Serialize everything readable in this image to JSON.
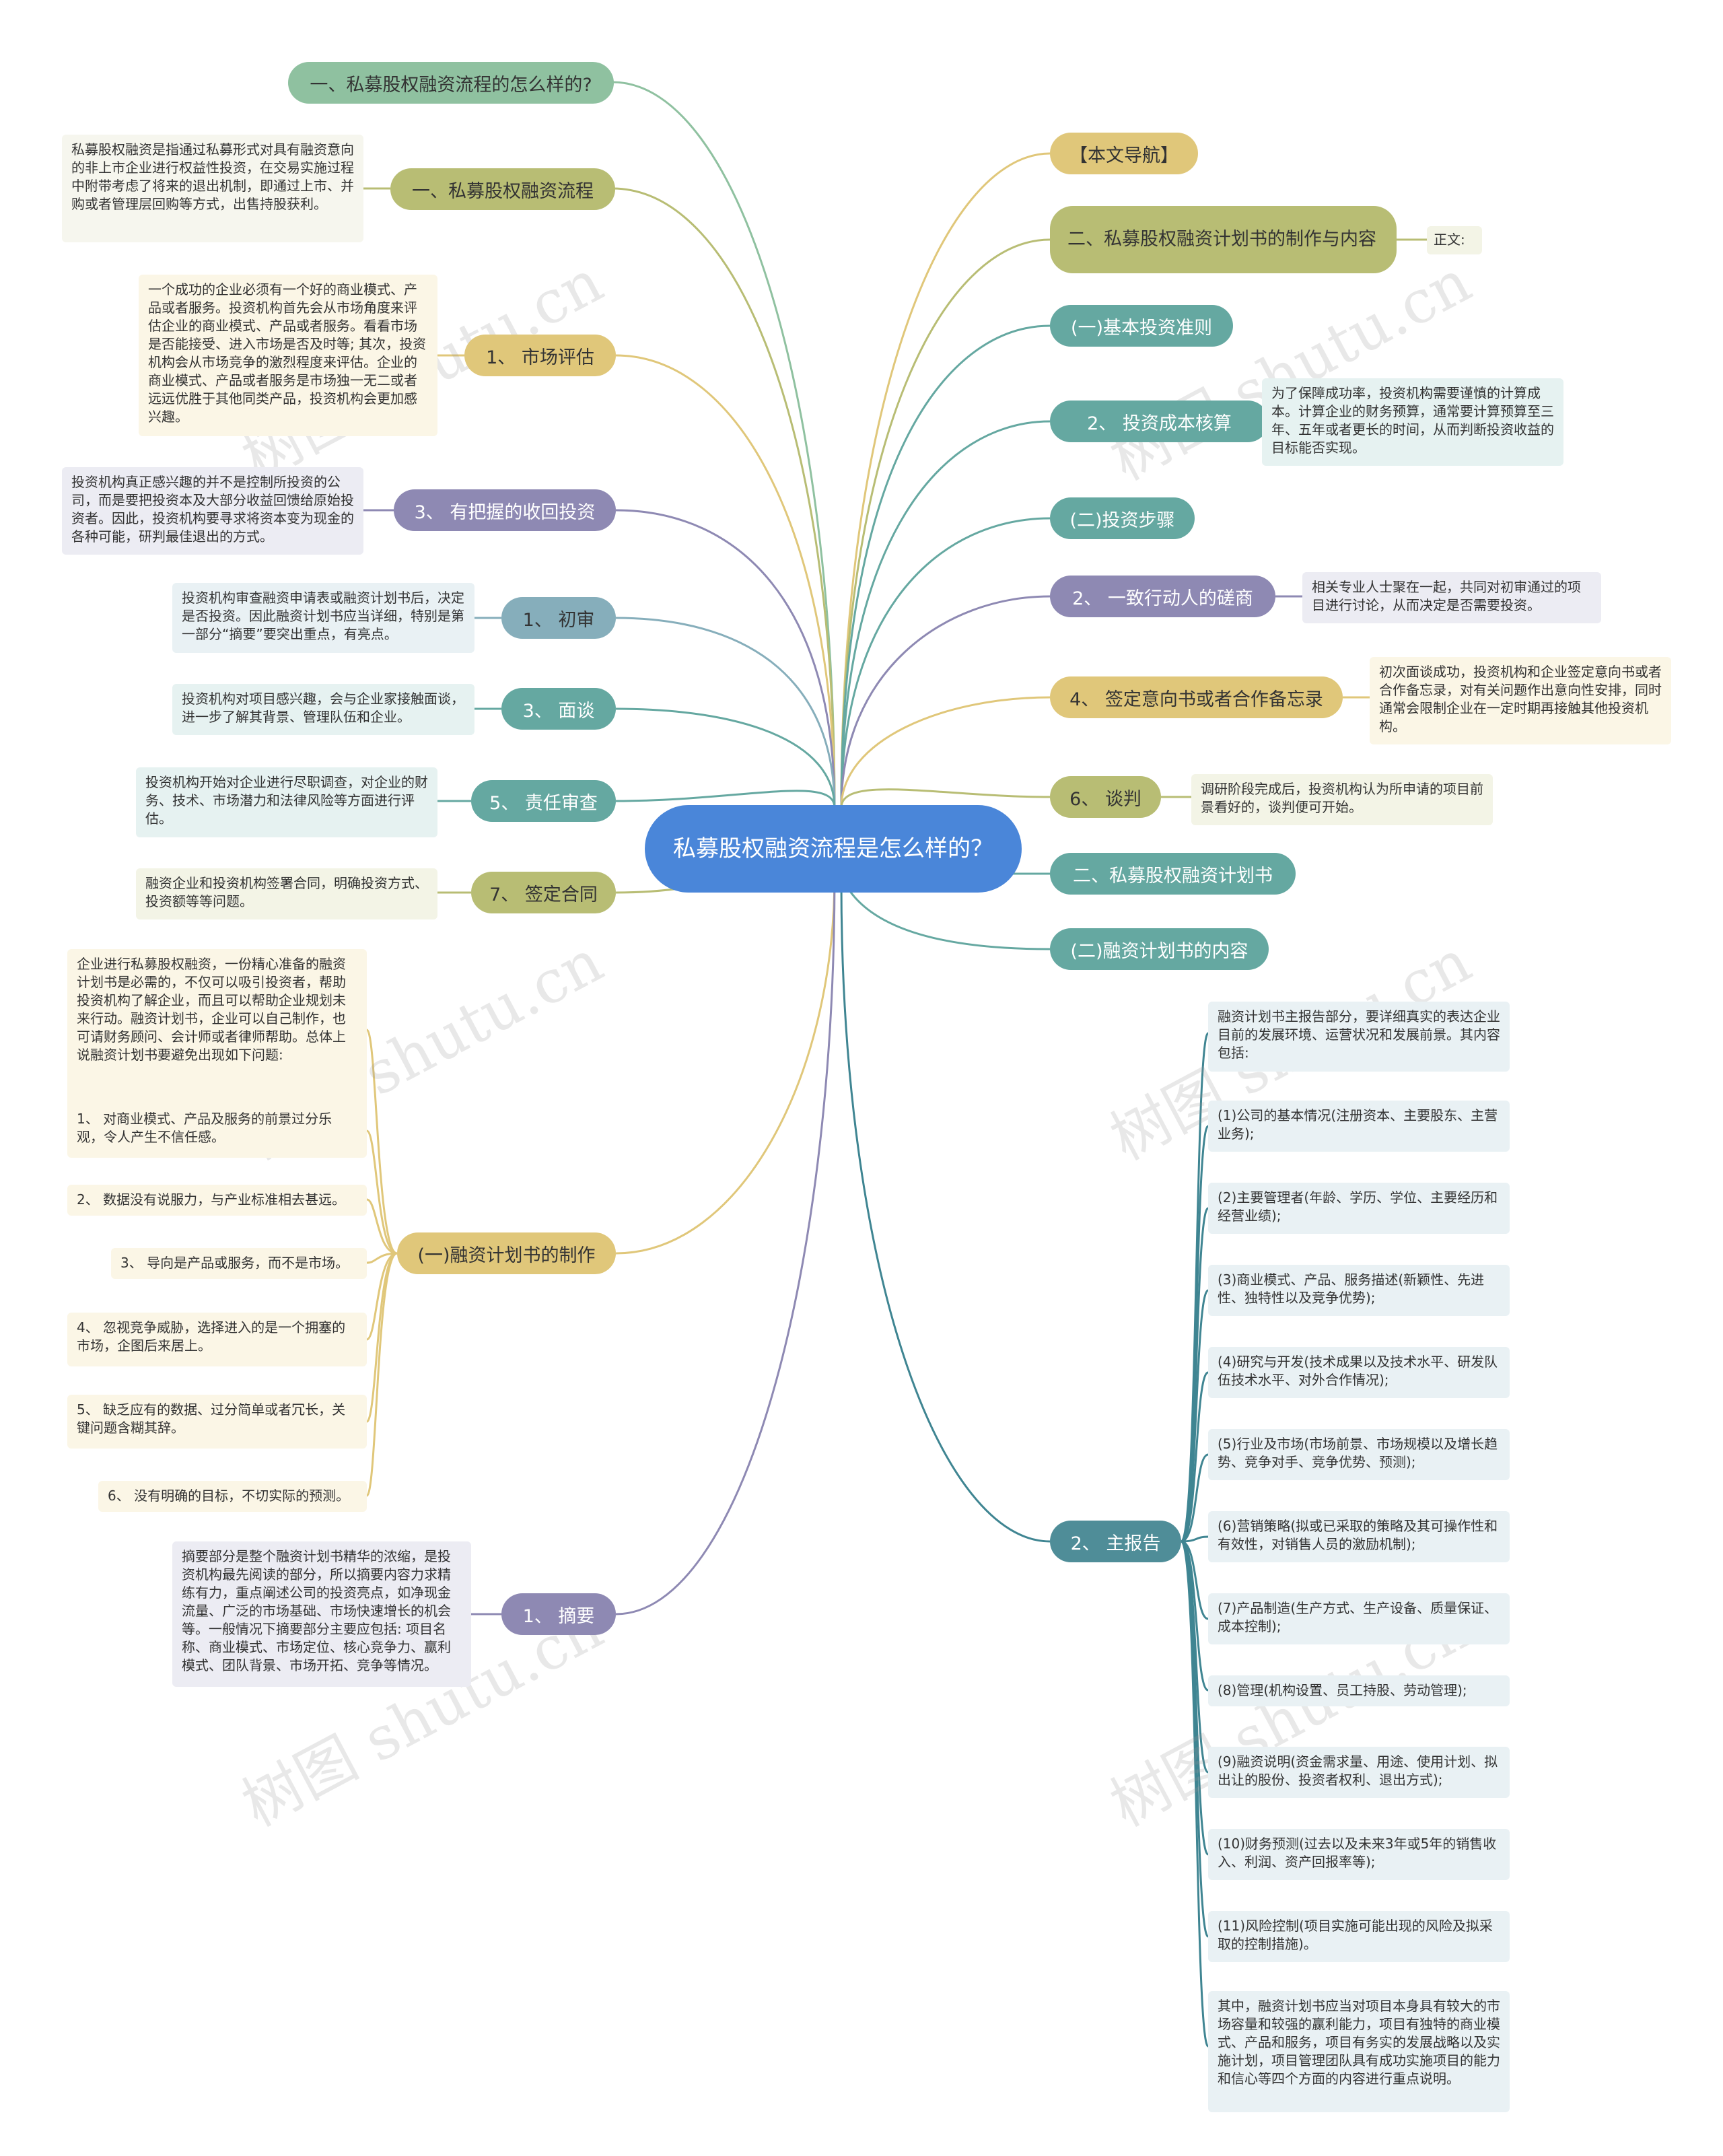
{
  "center": "私募股权融资流程是怎么样的？",
  "left": {
    "b1": "一、私募股权融资流程的怎么样的?",
    "b2": "一、私募股权融资流程",
    "b2_note": "私募股权融资是指通过私募形式对具有融资意向的非上市企业进行权益性投资，在交易实施过程中附带考虑了将来的退出机制，即通过上市、并购或者管理层回购等方式，出售持股获利。",
    "b3": "1、 市场评估",
    "b3_note": "一个成功的企业必须有一个好的商业模式、产品或者服务。投资机构首先会从市场角度来评估企业的商业模式、产品或者服务。看看市场是否能接受、进入市场是否及时等; 其次，投资机构会从市场竞争的激烈程度来评估。企业的商业模式、产品或者服务是市场独一无二或者远远优胜于其他同类产品，投资机构会更加感兴趣。",
    "b4": "3、 有把握的收回投资",
    "b4_note": "投资机构真正感兴趣的并不是控制所投资的公司，而是要把投资本及大部分收益回馈给原始投资者。因此，投资机构要寻求将资本变为现金的各种可能，研判最佳退出的方式。",
    "b5": "1、 初审",
    "b5_note": "投资机构审查融资申请表或融资计划书后，决定是否投资。因此融资计划书应当详细，特别是第一部分“摘要”要突出重点，有亮点。",
    "b6": "3、 面谈",
    "b6_note": "投资机构对项目感兴趣，会与企业家接触面谈，进一步了解其背景、管理队伍和企业。",
    "b7": "5、 责任审查",
    "b7_note": "投资机构开始对企业进行尽职调查，对企业的财务、技术、市场潜力和法律风险等方面进行评估。",
    "b8": "7、 签定合同",
    "b8_note": "融资企业和投资机构签署合同，明确投资方式、投资额等等问题。",
    "b9": "(一)融资计划书的制作",
    "b9_notes": [
      "企业进行私募股权融资，一份精心准备的融资计划书是必需的，不仅可以吸引投资者，帮助投资机构了解企业，而且可以帮助企业规划未来行动。融资计划书，企业可以自己制作，也可请财务顾问、会计师或者律师帮助。总体上说融资计划书要避免出现如下问题:",
      "1、 对商业模式、产品及服务的前景过分乐观，令人产生不信任感。",
      "2、 数据没有说服力，与产业标准相去甚远。",
      "3、 导向是产品或服务，而不是市场。",
      "4、 忽视竞争威胁，选择进入的是一个拥塞的市场，企图后来居上。",
      "5、 缺乏应有的数据、过分简单或者冗长，关键问题含糊其辞。",
      "6、 没有明确的目标，不切实际的预测。"
    ],
    "b10": "1、 摘要",
    "b10_note": "摘要部分是整个融资计划书精华的浓缩，是投资机构最先阅读的部分，所以摘要内容力求精练有力，重点阐述公司的投资亮点，如净现金流量、广泛的市场基础、市场快速增长的机会等。一般情况下摘要部分主要应包括: 项目名称、商业模式、市场定位、核心竞争力、赢利模式、团队背景、市场开拓、竞争等情况。"
  },
  "right": {
    "r1": "【本文导航】",
    "r2": "二、私募股权融资计划书的制作与内容",
    "r2_note": "正文:",
    "r3": "(一)基本投资准则",
    "r4": "2、 投资成本核算",
    "r4_note": "为了保障成功率，投资机构需要谨慎的计算成本。计算企业的财务预算，通常要计算预算至三年、五年或者更长的时间，从而判断投资收益的目标能否实现。",
    "r5": "(二)投资步骤",
    "r6": "2、 一致行动人的磋商",
    "r6_note": "相关专业人士聚在一起，共同对初审通过的项目进行讨论，从而决定是否需要投资。",
    "r7": "4、 签定意向书或者合作备忘录",
    "r7_note": "初次面谈成功，投资机构和企业签定意向书或者合作备忘录，对有关问题作出意向性安排，同时通常会限制企业在一定时期再接触其他投资机构。",
    "r8": "6、 谈判",
    "r8_note": "调研阶段完成后，投资机构认为所申请的项目前景看好的，谈判便可开始。",
    "r9": "二、私募股权融资计划书",
    "r10": "(二)融资计划书的内容",
    "r11": "2、 主报告",
    "r11_notes": [
      "融资计划书主报告部分，要详细真实的表达企业目前的发展环境、运营状况和发展前景。其内容包括:",
      "(1)公司的基本情况(注册资本、主要股东、主营业务);",
      "(2)主要管理者(年龄、学历、学位、主要经历和经营业绩);",
      "(3)商业模式、产品、服务描述(新颖性、先进性、独特性以及竞争优势);",
      "(4)研究与开发(技术成果以及技术水平、研发队伍技术水平、对外合作情况);",
      "(5)行业及市场(市场前景、市场规模以及增长趋势、竞争对手、竞争优势、预测);",
      "(6)营销策略(拟或已采取的策略及其可操作性和有效性，对销售人员的激励机制);",
      "(7)产品制造(生产方式、生产设备、质量保证、成本控制);",
      "(8)管理(机构设置、员工持股、劳动管理);",
      "(9)融资说明(资金需求量、用途、使用计划、拟出让的股份、投资者权利、退出方式);",
      "(10)财务预测(过去以及未来3年或5年的销售收入、利润、资产回报率等);",
      "(11)风险控制(项目实施可能出现的风险及拟采取的控制措施)。",
      "其中，融资计划书应当对项目本身具有较大的市场容量和较强的赢利能力，项目有独特的商业模式、产品和服务，项目有务实的发展战略以及实施计划，项目管理团队具有成功实施项目的能力和信心等四个方面的内容进行重点说明。"
    ]
  },
  "watermark": "树图 shutu.cn",
  "colors": {
    "green": "#8fc1a0",
    "olive": "#b8bd74",
    "yellow": "#e0c77a",
    "purple": "#8e89b3",
    "blue": "#86aebb",
    "teal": "#65a8a1",
    "center": "#4a86d9"
  }
}
